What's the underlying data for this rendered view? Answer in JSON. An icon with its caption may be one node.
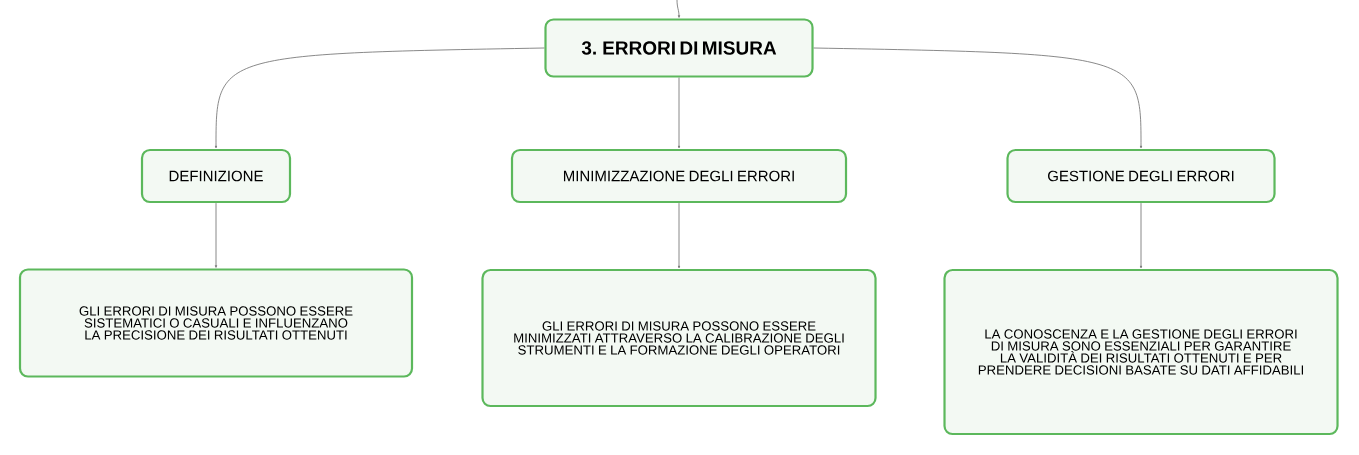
{
  "diagram": {
    "nodes": [
      {
        "text": [
          "3. ERRORI DI MISURA"
        ]
      },
      {
        "text": [
          "DEFINIZIONE"
        ]
      },
      {
        "text": [
          "MINIMIZZAZIONE DEGLI ERRORI"
        ]
      },
      {
        "text": [
          "GESTIONE DEGLI ERRORI"
        ]
      },
      {
        "text": [
          "GLI ERRORI DI MISURA POSSONO ESSERE SISTEMATICI O CASUALI E INFLUENZANO LA PRECISIONE DEI RISULTATI OTTENUTI"
        ]
      },
      {
        "text": [
          "GLI ERRORI DI MISURA POSSONO ESSERE MINIMIZZATI ATTRAVERSO LA CALIBRAZIONE DEGLI STRUMENTI E LA FORMAZIONE DEGLI OPERATORI"
        ]
      },
      {
        "text": [
          "LA CONOSCENZA E LA GESTIONE DEGLI ERRORI DI MISURA SONO ESSENZIALI PER GARANTIRE LA VALIDITÀ DEI RISULTATI OTTENUTI E PER PRENDERE DECISIONI BASATE SU DATI AFFIDABILI"
        ]
      }
    ],
    "edges": [
      {
        "from": null,
        "to": 0,
        "arrow": "to"
      },
      {
        "from": 0,
        "to": 1,
        "arrow": "to"
      },
      {
        "from": 0,
        "to": 2,
        "arrow": "to"
      },
      {
        "from": 0,
        "to": 3,
        "arrow": "to"
      },
      {
        "from": 1,
        "to": 4,
        "arrow": "to"
      },
      {
        "from": 2,
        "to": 5,
        "arrow": "to"
      },
      {
        "from": 3,
        "to": 6,
        "arrow": "to"
      }
    ]
  }
}
